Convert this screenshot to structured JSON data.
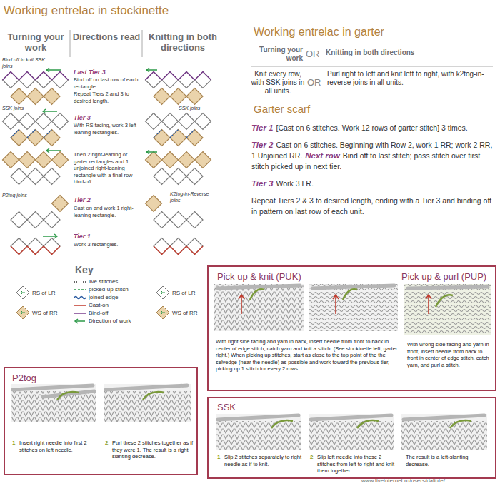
{
  "diagram": {
    "title": "Working entrelac in stockinette",
    "nodes": [
      {
        "text": [
          "Pick up & knit (PUK)",
          "With right side facing and yarn in back, insert needle from front to back in center of edge stitch, catch yarn and knit a stitch. (See stockinette left, garter right.) When picking up stitches, start as close to the top point of the the selvedge (near the needle) as possible and work toward the previous tier, picking up 1 stitch for every 2 rows.",
          "Pick up & purl (PUP)",
          "With wrong side facing and yarn in front, insert needle from back to front in center of edge stitch, catch yarn, and purl a stitch."
        ]
      },
      {
        "text": [
          "P2tog",
          "1",
          "Insert right needle into first 2 stitches on left needle.",
          "2",
          "Purl these 2 stitches together as if they were 1. The result is a right slanting decrease."
        ]
      },
      {
        "text": [
          "SSK",
          "1",
          "Slip 2 stitches separately to right needle as if to knit.",
          "2",
          "Slip left needle into these 2 stitches from left to right and knit them together.",
          "The result is a left-slanting decrease."
        ]
      }
    ],
    "labels": [
      "Turning your work",
      "Directions read",
      "Knitting in both directions",
      "Bind off in knit SSK joins",
      "Last Tier 3",
      "Bind off on last row of each rectangle.",
      "Repeat Tiers 2 and 3 to desired length.",
      "SSK joins",
      "Tier 3",
      "With RS facing, work 3 left-leaning rectangles.",
      "SSK joins",
      "Then 2 right-leaning or garter rectangles and 1 unjoined right-leaning rectangle with a final row bind-off.",
      "P2tog joins",
      "Tier 2",
      "Cast on and work 1 right-leaning rectangle.",
      "K2tog-in-Reverse joins",
      "Tier 1",
      "Work 3 rectangles.",
      "Key",
      "Working entrelac in garter",
      "Turning your work",
      "OR",
      "Knitting in both directions",
      "Knit every row, with SSK joins in all units.",
      "OR",
      "Purl right to left and knit left to right, with k2tog-in-reverse joins in all units.",
      "Garter scarf",
      "Tier 1",
      "[Cast on 6 stitches. Work 12 rows of garter stitch] 3 times.",
      "Tier 2",
      "Cast on 6 stitches. Beginning with Row 2, work 1 RR; work 2 RR, 1 Unjoined RR.",
      "Next row",
      "Bind off to last stitch; pass stitch over first stitch picked up in next tier.",
      "Tier 3",
      "Work 3 LR.",
      "Repeat Tiers 2 & 3 to desired length, ending with a Tier 3 and binding off in pattern on last row of each unit.",
      "www.liveinternet.ru/users/daliute/"
    ],
    "legend": [
      {
        "text": "RS of LR"
      },
      {
        "text": "WS of RR"
      },
      {
        "text": "live stitches"
      },
      {
        "text": "picked-up stitch"
      },
      {
        "text": "joined edge"
      },
      {
        "text": "Cast-on"
      },
      {
        "text": "Bind-off"
      },
      {
        "text": "Direction of work"
      },
      {
        "text": "RS of LR"
      },
      {
        "text": "WS of RR"
      }
    ]
  }
}
